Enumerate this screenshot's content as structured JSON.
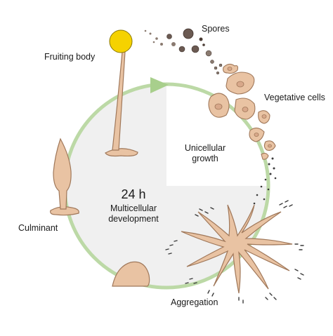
{
  "labels": {
    "spores": "Spores",
    "fruiting_body": "Fruiting body",
    "vegetative_cells": "Vegetative cells",
    "unicellular_line1": "Unicellular",
    "unicellular_line2": "growth",
    "time": "24 h",
    "multicellular_line1": "Multicellular",
    "multicellular_line2": "development",
    "culminant": "Culminant",
    "aggregation": "Aggregation"
  },
  "colors": {
    "cycle_ring": "#bcd9a6",
    "cycle_arrow": "#a8cf8c",
    "sector_fill": "#f0f0f0",
    "cell_fill": "#e9c3a3",
    "cell_stroke": "#a0785a",
    "spore_head": "#f5d200",
    "spore_dark": "#4a3c34",
    "signal_dots": "#3a3a3a"
  }
}
